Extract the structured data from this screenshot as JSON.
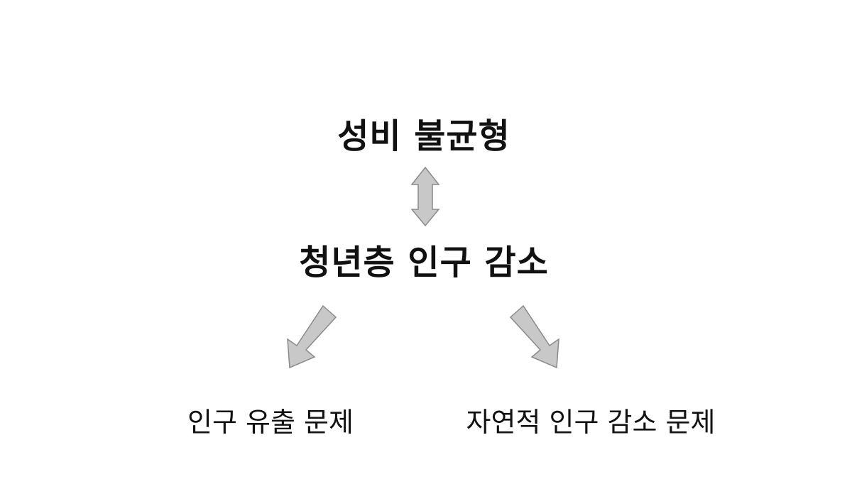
{
  "diagram": {
    "top_node": "성비 불균형",
    "middle_node": "청년층 인구 감소",
    "left_outcome": "인구 유출 문제",
    "right_outcome": "자연적 인구 감소 문제",
    "arrow_fill": "#c8c8c8",
    "arrow_stroke": "#8a8a8a",
    "text_color": "#111111"
  }
}
